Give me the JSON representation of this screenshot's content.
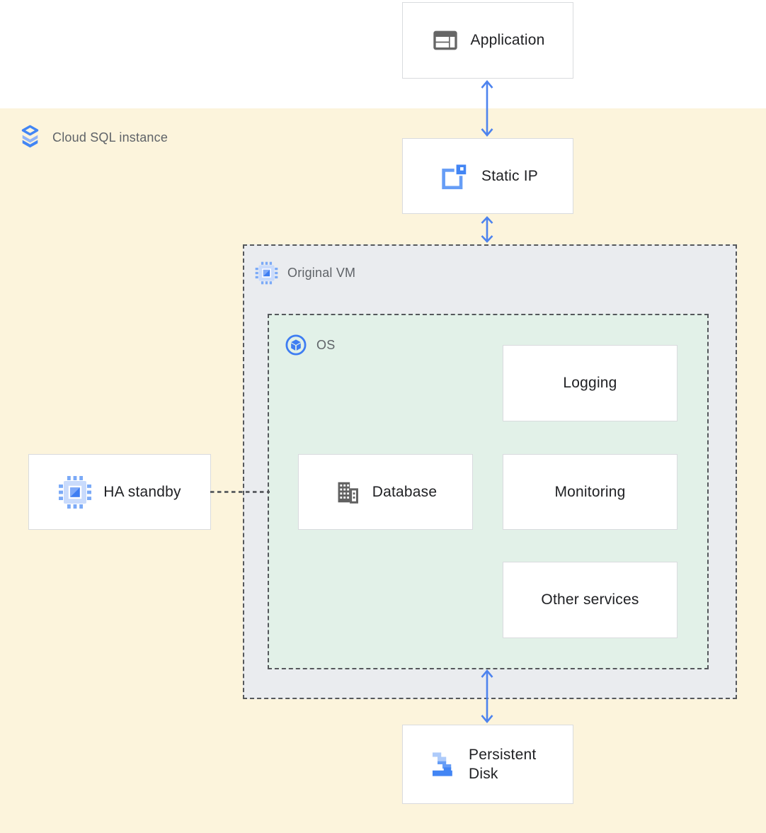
{
  "containers": {
    "cloud_sql": {
      "label": "Cloud SQL instance",
      "icon": "cloud-sql-icon",
      "fill": "#FCF4DC"
    },
    "original_vm": {
      "label": "Original VM",
      "icon": "compute-engine-icon",
      "fill": "#EAECEF",
      "border": "dashed #55585C"
    },
    "os": {
      "label": "OS",
      "icon": "os-icon",
      "fill": "#E2F1E8",
      "border": "dashed #55585C"
    }
  },
  "nodes": {
    "application": {
      "label": "Application",
      "icon": "web-app-icon"
    },
    "static_ip": {
      "label": "Static IP",
      "icon": "static-ip-icon"
    },
    "ha_standby": {
      "label": "HA standby",
      "icon": "compute-engine-icon"
    },
    "persistent_disk": {
      "label": "Persistent Disk",
      "icon": "persistent-disk-icon"
    },
    "database": {
      "label": "Database",
      "icon": "database-icon"
    },
    "logging": {
      "label": "Logging"
    },
    "monitoring": {
      "label": "Monitoring"
    },
    "other_services": {
      "label": "Other services"
    }
  },
  "edges": [
    {
      "from": "application",
      "to": "static_ip",
      "type": "bidirectional-arrow",
      "color": "#4D83EE"
    },
    {
      "from": "static_ip",
      "to": "original_vm",
      "type": "bidirectional-arrow",
      "color": "#4D83EE"
    },
    {
      "from": "os",
      "to": "persistent_disk",
      "type": "bidirectional-arrow",
      "color": "#4D83EE"
    },
    {
      "from": "ha_standby",
      "to": "os",
      "type": "dashed-line",
      "color": "#55585C"
    }
  ],
  "colors": {
    "background_top": "#FFFFFF",
    "region_yellow": "#FCF4DC",
    "vm_gray": "#EAECEF",
    "os_green": "#E2F1E8",
    "node_border": "#D9DBDE",
    "node_text": "#202124",
    "container_text": "#5F6368",
    "arrow_blue": "#4D83EE",
    "icon_gray": "#666666",
    "google_blue": "#4285F4",
    "blue_mid": "#669DF6",
    "blue_light": "#AECBFA"
  }
}
